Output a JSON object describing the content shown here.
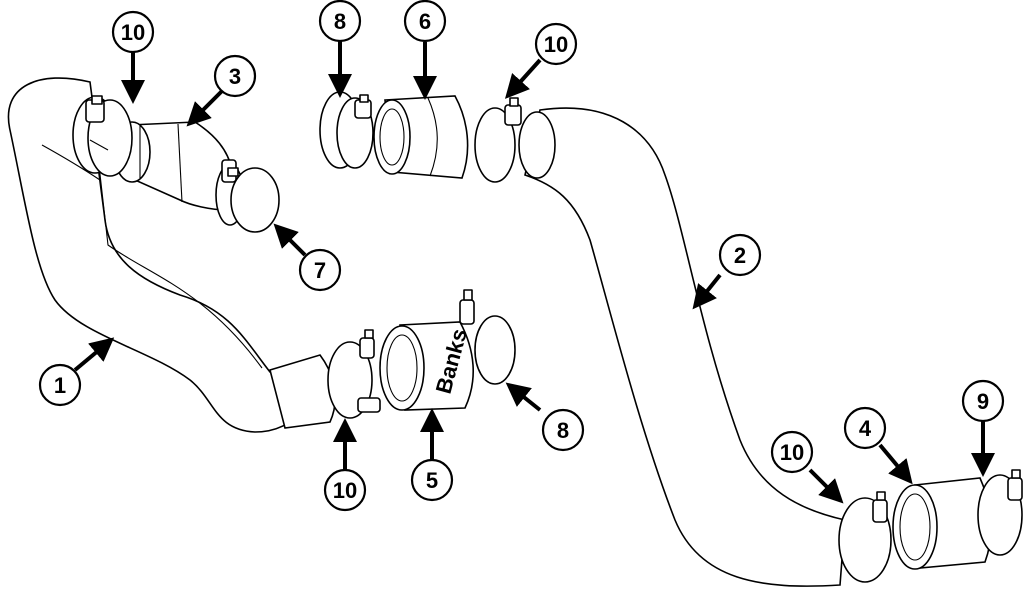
{
  "callouts": [
    {
      "id": "c1",
      "label": "1"
    },
    {
      "id": "c2",
      "label": "2"
    },
    {
      "id": "c3",
      "label": "3"
    },
    {
      "id": "c4",
      "label": "4"
    },
    {
      "id": "c5",
      "label": "5"
    },
    {
      "id": "c6",
      "label": "6"
    },
    {
      "id": "c7",
      "label": "7"
    },
    {
      "id": "c8a",
      "label": "8"
    },
    {
      "id": "c8b",
      "label": "8"
    },
    {
      "id": "c9",
      "label": "9"
    },
    {
      "id": "c10a",
      "label": "10"
    },
    {
      "id": "c10b",
      "label": "10"
    },
    {
      "id": "c10c",
      "label": "10"
    },
    {
      "id": "c10d",
      "label": "10"
    }
  ],
  "brand_text": "Banks"
}
